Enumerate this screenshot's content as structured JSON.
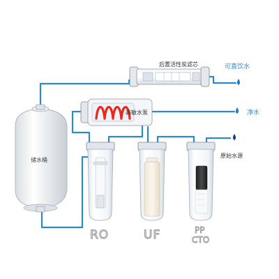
{
  "components": {
    "post_carbon_filter": {
      "label": "后置活性炭滤芯"
    },
    "booster_pump": {
      "label": "高敏水泵"
    },
    "storage_tank": {
      "label": "储水桶"
    },
    "stages": [
      {
        "label": "RO"
      },
      {
        "label": "UF"
      },
      {
        "label": "PP",
        "sublabel": "CTO"
      }
    ]
  },
  "outlets": {
    "direct_drink": "可直饮水",
    "pure_water": "净水",
    "source_water": "原始水源"
  },
  "colors": {
    "pipe": "#2b88c9",
    "outlet_text": "#2a8fd8",
    "pump_coil": "#e8281e",
    "tank_body": "#f3f4f6"
  }
}
